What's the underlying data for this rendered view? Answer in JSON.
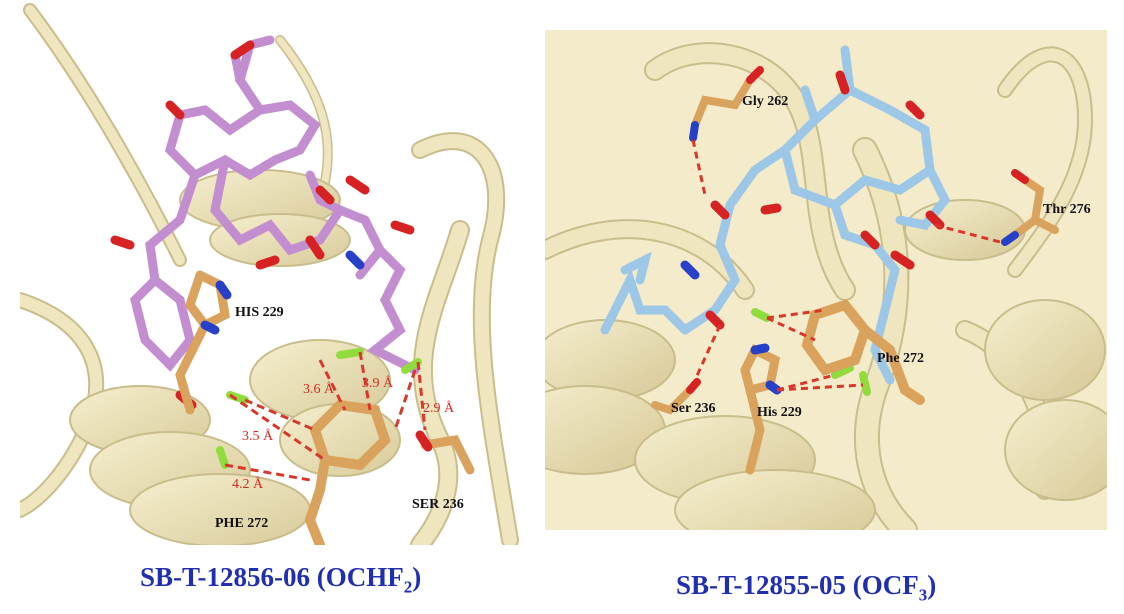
{
  "left_panel": {
    "residues": {
      "his": "HIS 229",
      "phe": "PHE 272",
      "ser": "SER 236"
    },
    "distances": [
      "3.6 Å",
      "3.9 Å",
      "2.9 Å",
      "3.5 Å",
      "4.2 Å"
    ],
    "caption": {
      "main": "SB-T-12856-06 (OCHF",
      "sub": "2",
      "tail": ")"
    },
    "ligand_color": "#c38ed0"
  },
  "right_panel": {
    "residues": {
      "gly": "Gly 262",
      "thr": "Thr 276",
      "phe": "Phe 272",
      "his": "His 229",
      "ser": "Ser 236"
    },
    "caption": {
      "main": "SB-T-12855-05 (OCF",
      "sub": "3",
      "tail": ")"
    },
    "ligand_color": "#9dc7e6"
  },
  "colors": {
    "ribbon": "#efe6bf",
    "ribbon_edge": "#c9bd8c",
    "residue_carbon": "#d9a35e",
    "oxygen": "#d62222",
    "nitrogen": "#2740c8",
    "fluorine": "#8fdc3c",
    "hbond": "#d9372b",
    "caption": "#1f2fb0"
  }
}
